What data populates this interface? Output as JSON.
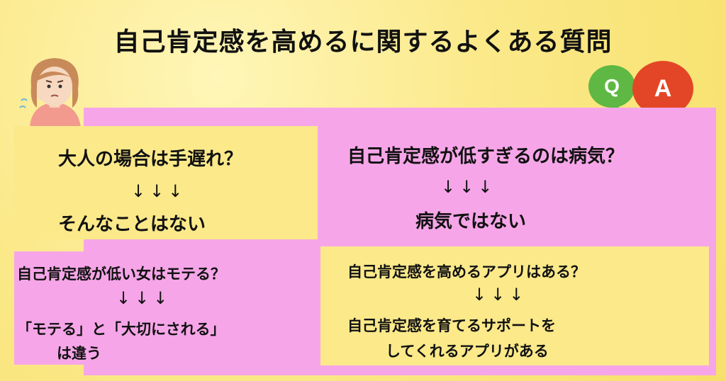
{
  "title": "自己肯定感を高めるに関するよくある質問",
  "qa_badge": {
    "q": "Q",
    "a": "A"
  },
  "items": [
    {
      "question": "大人の場合は手遅れ？",
      "arrows": "↓↓↓",
      "answer": "そんなことはない"
    },
    {
      "question": "自己肯定感が低すぎるのは病気？",
      "arrows": "↓↓↓",
      "answer": "病気ではない"
    },
    {
      "question": "自己肯定感が低い女はモテる？",
      "arrows": "↓↓↓",
      "answer_line1": "「モテる」と「大切にされる」",
      "answer_line2": "は違う"
    },
    {
      "question": "自己肯定感を高めるアプリはある？",
      "arrows": "↓↓↓",
      "answer_line1": "自己肯定感を育てるサポートを",
      "answer_line2": "してくれるアプリがある"
    }
  ],
  "colors": {
    "yellow": "#fbe98a",
    "pink": "#f6a6e8",
    "q_green": "#5fb843",
    "a_red": "#e34626"
  },
  "icons": [
    "worried-woman-icon",
    "q-bubble-icon",
    "a-bubble-icon"
  ]
}
